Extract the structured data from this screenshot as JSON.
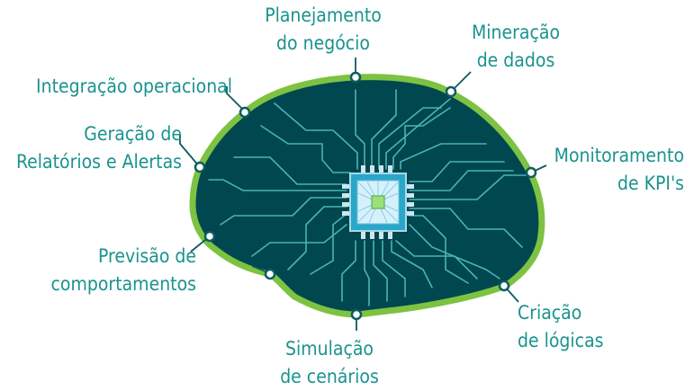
{
  "labels": {
    "planejamento": [
      "Planejamento",
      "do negócio"
    ],
    "mineracao": [
      "Mineração",
      "de dados"
    ],
    "integracao": [
      "Integração operacional"
    ],
    "geracao": [
      "Geração de",
      "Relatórios e Alertas"
    ],
    "monitoramento": [
      "Monitoramento",
      "de KPI's"
    ],
    "previsao": [
      "Previsão de",
      "comportamentos"
    ],
    "criacao": [
      "Criação",
      "de lógicas"
    ],
    "simulacao": [
      "Simulação",
      "de cenários"
    ]
  },
  "colors": {
    "brain_fill": "#00474f",
    "brain_outline": "#7dc242",
    "circuit": "#4bb3b6",
    "label_text": "#1a938e",
    "leader": "#0d5b5f",
    "chip_core": "#9be07a"
  }
}
